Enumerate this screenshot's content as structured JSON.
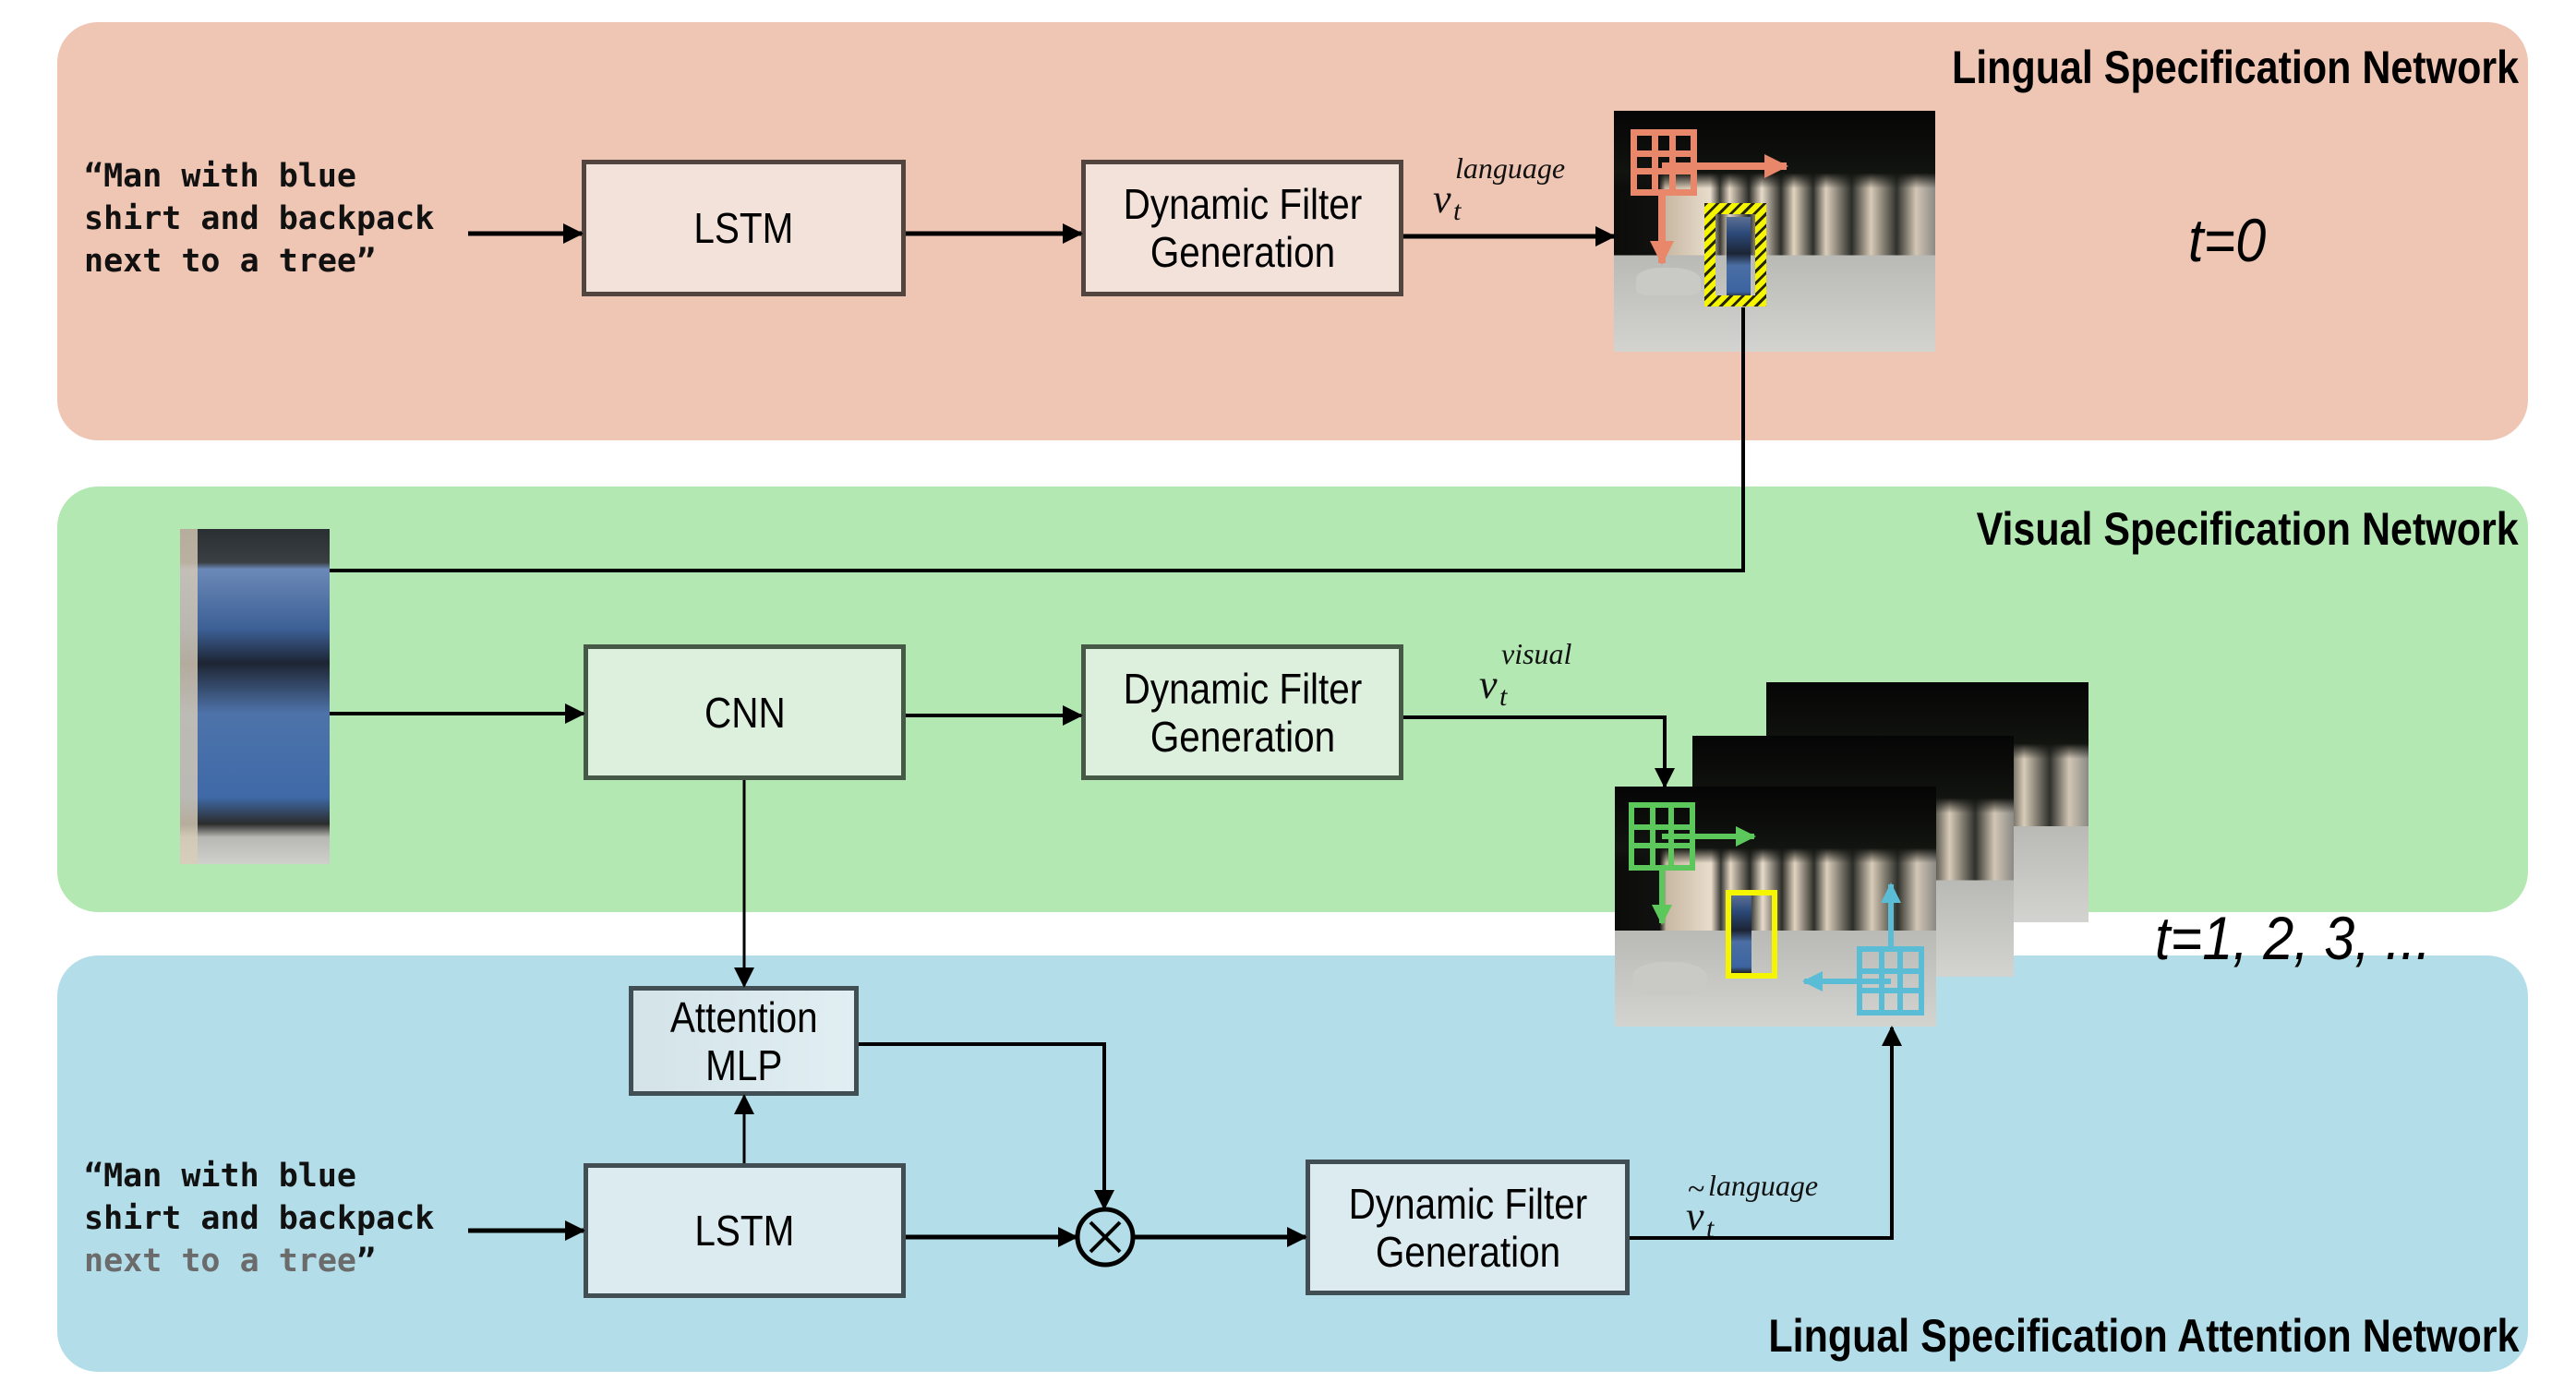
{
  "panels": {
    "lingual": {
      "title": "Lingual Specification Network",
      "color": "#EFC5B4"
    },
    "visual": {
      "title": "Visual Specification Network",
      "color": "#B3E8B3"
    },
    "attention": {
      "title": "Lingual Specification Attention Network",
      "color": "#B3DEE9"
    }
  },
  "query": {
    "line1": "“Man with blue",
    "line2": "shirt and backpack",
    "line3": "next to a tree”"
  },
  "query_attention": {
    "line1": "“Man with blue",
    "line2": "shirt and backpack",
    "line3_dimmed": "next to a tree",
    "line3_quote": "”"
  },
  "blocks": {
    "lstm_top": "LSTM",
    "dfg_top_line1": "Dynamic Filter",
    "dfg_top_line2": "Generation",
    "cnn": "CNN",
    "dfg_visual_line1": "Dynamic Filter",
    "dfg_visual_line2": "Generation",
    "attention_line1": "Attention",
    "attention_line2": "MLP",
    "lstm_bottom": "LSTM",
    "dfg_attn_line1": "Dynamic Filter",
    "dfg_attn_line2": "Generation"
  },
  "math": {
    "v_language": {
      "base": "v",
      "sub": "t",
      "sup": "language"
    },
    "v_visual": {
      "base": "v",
      "sub": "t",
      "sup": "visual"
    },
    "v_tilde_language": {
      "base": "v",
      "tilde": "~",
      "sub": "t",
      "sup": "language"
    }
  },
  "operator": {
    "multiply": "⊗"
  },
  "time_labels": {
    "t0": "t=0",
    "t_rest": "t=1, 2, 3, ..."
  },
  "colors": {
    "filter_language": "#E8876A",
    "filter_visual": "#5CC85C",
    "filter_attention": "#5BBCD6",
    "target_box": "#F5F500"
  }
}
